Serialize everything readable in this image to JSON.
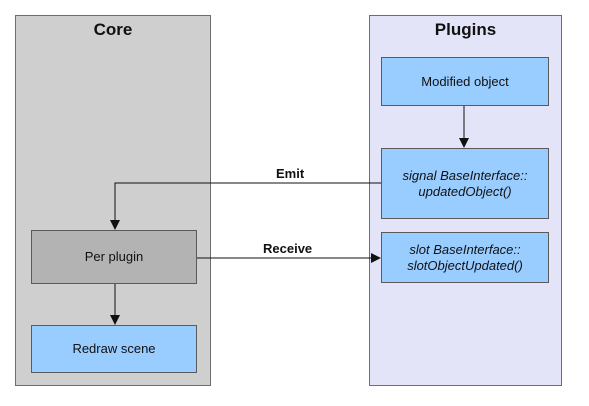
{
  "core": {
    "title": "Core",
    "per_plugin": "Per plugin",
    "redraw_scene": "Redraw scene"
  },
  "plugins": {
    "title": "Plugins",
    "modified_object": "Modified object",
    "signal_line1": "signal BaseInterface::",
    "signal_line2": "updatedObject()",
    "slot_line1": "slot BaseInterface::",
    "slot_line2": "slotObjectUpdated()"
  },
  "edges": {
    "emit": "Emit",
    "receive": "Receive"
  },
  "colors": {
    "core_panel": "#cfcfcf",
    "plugins_panel": "#e4e4f8",
    "box_blue": "#99ccff",
    "box_gray": "#b3b3b3"
  }
}
